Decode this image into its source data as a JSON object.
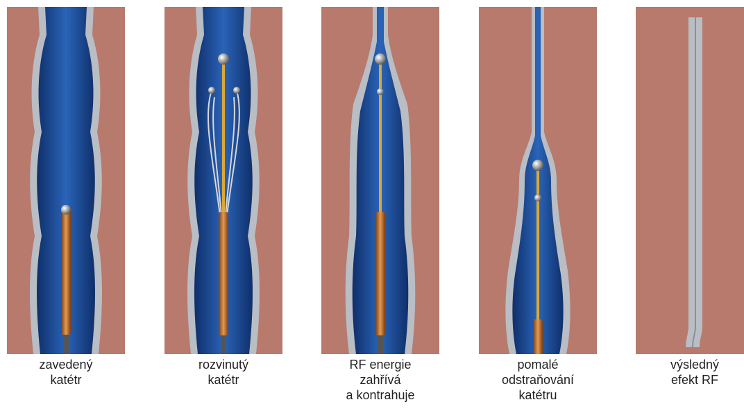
{
  "colors": {
    "tissue": "#b77a6d",
    "vein_lumen": "#1f4f9a",
    "vein_wall": "#b9bdc4",
    "catheter": "#c8742d",
    "electrode_tip": "#dcdcdc"
  },
  "panels": [
    {
      "caption": [
        "zavedený",
        "katétr"
      ],
      "stage": "catheter-inserted"
    },
    {
      "caption": [
        "rozvinutý",
        "katétr"
      ],
      "stage": "catheter-deployed"
    },
    {
      "caption": [
        "RF energie",
        "zahřívá",
        "a kontrahuje"
      ],
      "stage": "rf-heating-contraction"
    },
    {
      "caption": [
        "pomalé",
        "odstraňování",
        "katétru"
      ],
      "stage": "slow-withdrawal"
    },
    {
      "caption": [
        "výsledný",
        "efekt RF"
      ],
      "stage": "final-result"
    }
  ]
}
